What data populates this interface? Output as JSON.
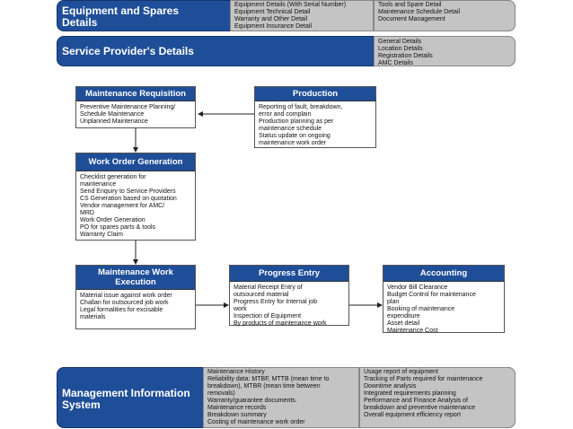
{
  "top_bands": {
    "equipment": {
      "title_line1": "Equipment and Spares",
      "title_line2": "Details",
      "col1": [
        "Equipment Details (With Serial Number)",
        "Equipment Technical Detail",
        "Warranty and Other  Detail",
        "Equipment Insurance Detail"
      ],
      "col2": [
        "Tools and Spare Detail",
        "Maintenance Schedule Detail",
        "Document Management"
      ]
    },
    "service_provider": {
      "title": "Service Provider's Details",
      "col1": [
        "General Details",
        "Location Details",
        "Registration Details",
        "AMC Details"
      ]
    }
  },
  "boxes": {
    "maintenance_requisition": {
      "header": "Maintenance Requisition",
      "lines": [
        "Preventive Maintenance Planning/",
        "Schedule Maintenance",
        "Unplanned Maintenance"
      ]
    },
    "production": {
      "header": "Production",
      "lines": [
        "Reporting of fault, breakdown,",
        "error and complain",
        "Production planning as per",
        "maintenance schedule",
        "Status update on ongoing",
        "maintenance work order"
      ]
    },
    "work_order_generation": {
      "header": "Work Order Generation",
      "lines": [
        "Checklist generation for",
        "maintenance",
        "Send Enquiry to Service Providers",
        "CS Generation based on quotation",
        "Vendor management for AMC/",
        "MRD",
        "Work Order Generation",
        "PO for spares parts & tools",
        "Warranty Claim"
      ]
    },
    "maintenance_work_execution": {
      "header_line1": "Maintenance Work",
      "header_line2": "Execution",
      "lines": [
        "Material issue against work order",
        "Challan for outsourced job work",
        "Legal formalities for excisable",
        "materials"
      ]
    },
    "progress_entry": {
      "header": "Progress Entry",
      "lines": [
        "Material Receipt Entry of",
        "outsourced material",
        "Progress Entry for Internal job",
        "work",
        "Inspection of Equipment",
        "By products of maintenance work"
      ]
    },
    "accounting": {
      "header": "Accounting",
      "lines": [
        "Vendor Bill Clearance",
        "Budget Control for maintenance",
        "plan",
        "Booking of maintenance",
        "expenditure",
        "Asset detail",
        "Maintenance Cost"
      ]
    }
  },
  "bottom_band": {
    "title_line1": "Management Information",
    "title_line2": "System",
    "col1": [
      "Maintenance History",
      "Reliability data: MTBF, MTTB (mean time to",
      "breakdown), MTBR (mean time between",
      "removals)",
      "Warranty/guarantee documents.",
      "Maintenance records",
      "Breakdown summary",
      "Costing of maintenance work order"
    ],
    "col2": [
      "Usage report of equipment",
      "Tracking of Parts required for maintenance",
      "Downtime analysis",
      "Integrated requirements planning",
      "Performance and Finance Analysis of",
      "breakdown and preventive maintenance",
      "Overall equipment efficiency report"
    ]
  },
  "colors": {
    "band_blue": "#1f4e98",
    "gray_panel": "#c4c4c4",
    "text_white": "#ffffff"
  }
}
